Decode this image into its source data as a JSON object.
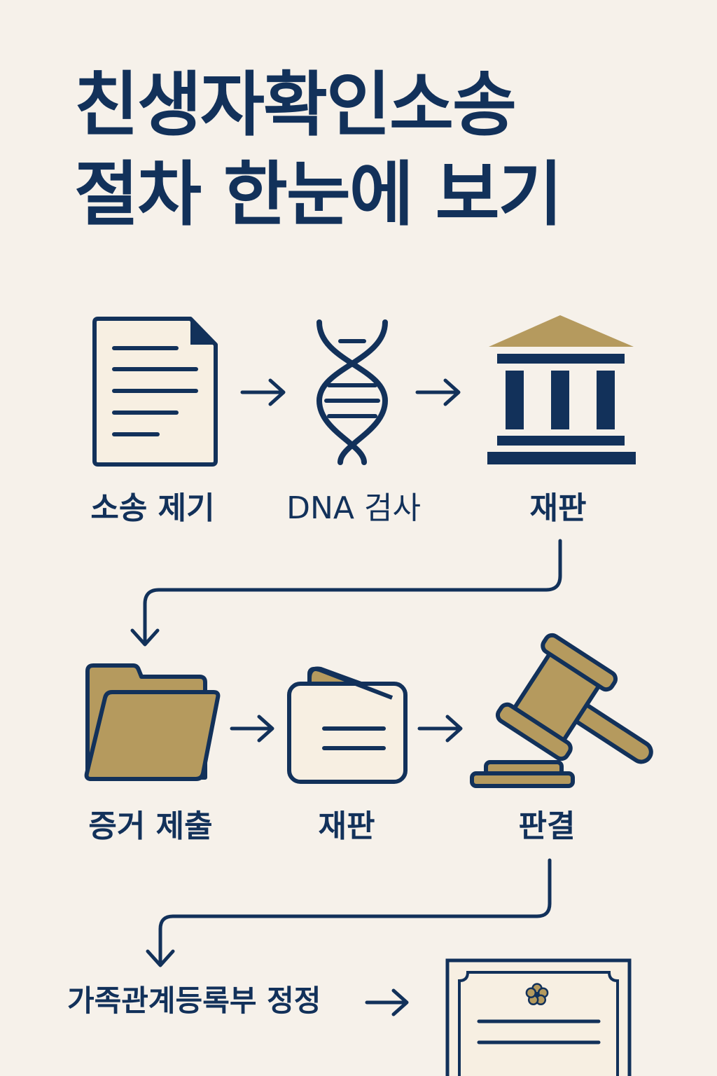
{
  "title": {
    "line1": "친생자확인소송",
    "line2": "절차 한눈에 보기"
  },
  "steps_row1": [
    "소송 제기",
    "DNA 검사",
    "재판"
  ],
  "steps_row2": [
    "증거 제출",
    "재판",
    "판결"
  ],
  "final_step": "가족관계등록부 정정",
  "colors": {
    "navy": "#12315a",
    "gold": "#b59a5e",
    "cream": "#f7efe2",
    "background": "#f6f1ea"
  }
}
